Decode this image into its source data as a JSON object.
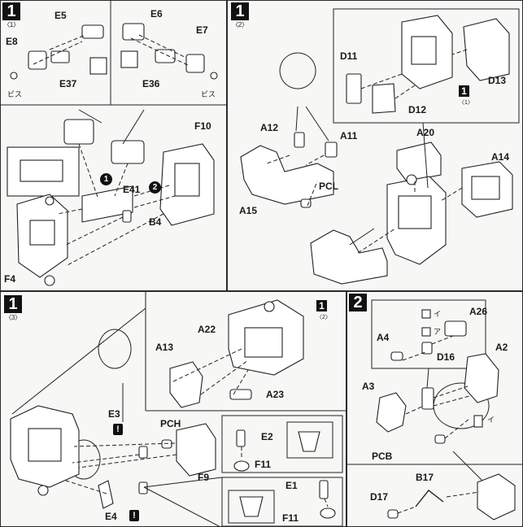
{
  "steps": [
    {
      "number": "1",
      "sub": "〈1〉"
    },
    {
      "number": "1",
      "sub": "〈2〉"
    },
    {
      "number": "1",
      "sub": "〈3〉"
    },
    {
      "number": "2",
      "sub": ""
    }
  ],
  "panel1": {
    "labels": [
      "E5",
      "E6",
      "E8",
      "E7",
      "E37",
      "E36",
      "F10",
      "E41",
      "B4",
      "F4"
    ],
    "screw": "ビス",
    "order": [
      "1",
      "2"
    ]
  },
  "panel2": {
    "labels": [
      "D11",
      "D13",
      "D12",
      "A12",
      "A11",
      "A20",
      "A14",
      "PCL",
      "A15"
    ],
    "ref": {
      "number": "1",
      "sub": "〈1〉"
    }
  },
  "panel3": {
    "labels": [
      "A22",
      "A13",
      "A23",
      "E3",
      "PCH",
      "E2",
      "F11",
      "F9",
      "E1",
      "F11",
      "E4"
    ],
    "ref": {
      "number": "1",
      "sub": "〈2〉"
    }
  },
  "panel4": {
    "labels": [
      "A26",
      "A4",
      "D16",
      "A2",
      "A3",
      "PCB",
      "B17",
      "D17"
    ],
    "marks": [
      "イ",
      "ア",
      "イ"
    ]
  }
}
